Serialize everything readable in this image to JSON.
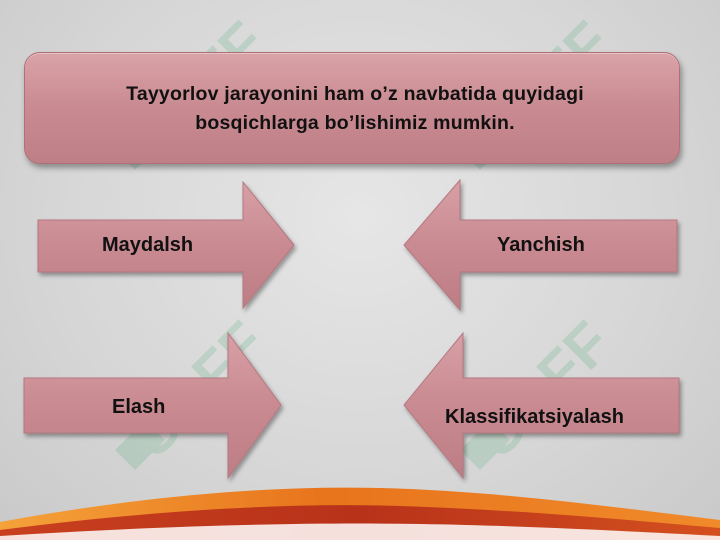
{
  "header": {
    "line1": "Tayyorlov  jarayonini  ham o’z navbatida  quyidagi",
    "line2": "bosqichlarga  bo’lishimiz  mumkin."
  },
  "arrows": {
    "top_left": "Maydalsh",
    "top_right": "Yanchish",
    "bottom_left": "Elash",
    "bottom_right": "Klassifikatsiyalash"
  },
  "watermark": {
    "text": "SOFF"
  },
  "colors": {
    "box_fill": "#c98a91",
    "wave_orange": "#e8741c",
    "wave_red": "#b8321a"
  }
}
